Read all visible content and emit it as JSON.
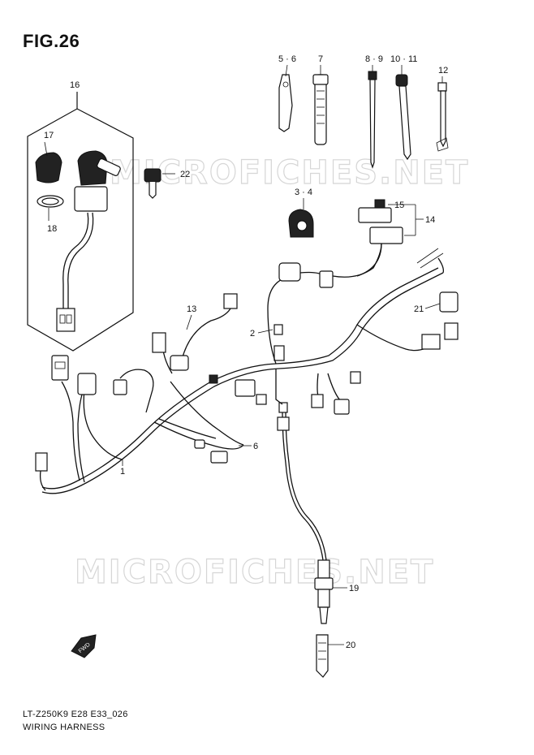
{
  "figure": {
    "title": "FIG.26"
  },
  "watermark": {
    "text": "MICROFICHES.NET"
  },
  "footer": {
    "code": "LT-Z250K9 E28 E33_026",
    "name": "WIRING HARNESS"
  },
  "callouts": {
    "c1": "1",
    "c2": "2",
    "c3_4": "3 · 4",
    "c5_6": "5 · 6",
    "c6": "6",
    "c7": "7",
    "c8_9": "8 · 9",
    "c10_11": "10 · 11",
    "c12": "12",
    "c13": "13",
    "c14": "14",
    "c15": "15",
    "c16": "16",
    "c17": "17",
    "c18": "18",
    "c19": "19",
    "c20": "20",
    "c21": "21",
    "c22": "22"
  },
  "fwd_label": "FWD"
}
